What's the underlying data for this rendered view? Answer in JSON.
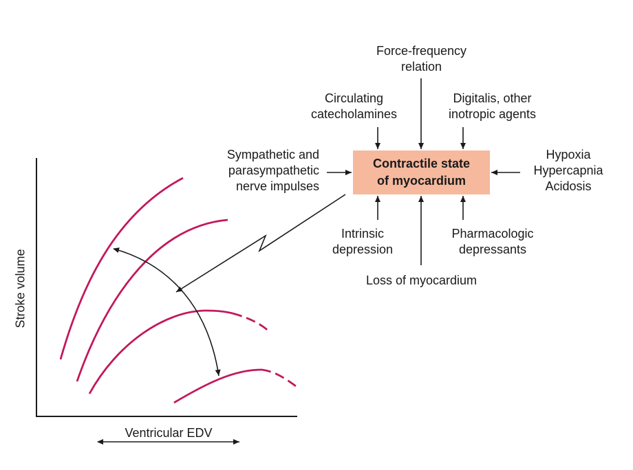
{
  "colors": {
    "curve": "#c2185b",
    "box_fill": "#f6b99e",
    "line": "#1a1a1a"
  },
  "box": {
    "line1": "Contractile state",
    "line2": "of myocardium"
  },
  "factors": {
    "force_frequency": {
      "line1": "Force-frequency",
      "line2": "relation"
    },
    "circulating_catecholamines": {
      "line1": "Circulating",
      "line2": "catecholamines"
    },
    "digitalis": {
      "line1": "Digitalis, other",
      "line2": "inotropic agents"
    },
    "sympathetic": {
      "line1": "Sympathetic and",
      "line2": "parasympathetic",
      "line3": "nerve impulses"
    },
    "hypoxia": {
      "line1": "Hypoxia",
      "line2": "Hypercapnia",
      "line3": "Acidosis"
    },
    "intrinsic_depression": {
      "line1": "Intrinsic",
      "line2": "depression"
    },
    "pharmacologic_depressants": {
      "line1": "Pharmacologic",
      "line2": "depressants"
    },
    "loss_of_myocardium": "Loss of myocardium"
  },
  "graph": {
    "y_label": "Stroke volume",
    "x_label": "Ventricular EDV"
  }
}
